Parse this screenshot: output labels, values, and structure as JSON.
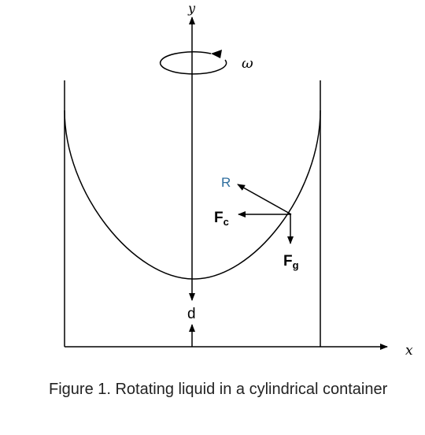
{
  "labels": {
    "y_axis": "y",
    "x_axis": "x",
    "omega": "ω",
    "radius": "R",
    "fc_main": "F",
    "fc_sub": "c",
    "fg_main": "F",
    "fg_sub": "g",
    "depth": "d"
  },
  "caption": "Figure 1.  Rotating liquid in a cylindrical container",
  "colors": {
    "ink": "#000000",
    "radius_label": "#2e6e9e"
  }
}
